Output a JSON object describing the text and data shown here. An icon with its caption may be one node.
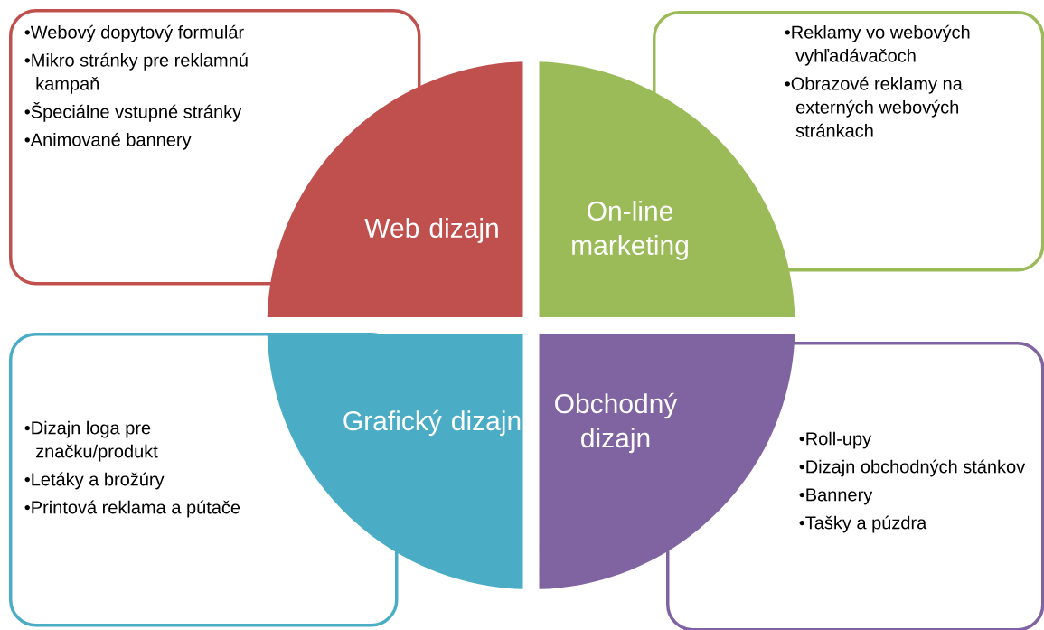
{
  "diagram": {
    "nodes": [
      {
        "text": [
          "•Webový dopytový formulár",
          "•Mikro stránky pre reklamnú kampaň",
          "•Špeciálne vstupné stránky",
          "•Animované bannery"
        ]
      },
      {
        "text": [
          "•Reklamy vo webových vyhľadávačoch",
          "•Obrazové reklamy na externých webových stránkach"
        ]
      },
      {
        "text": [
          "•Dizajn loga pre značku/produkt",
          "•Letáky a brožúry",
          "•Printová reklama a pútače"
        ]
      },
      {
        "text": [
          "•Roll-upy",
          "•Dizajn obchodných stánkov",
          "•Bannery",
          "•Tašky a púzdra"
        ]
      },
      {
        "text": [
          "Web dizajn"
        ]
      },
      {
        "text": [
          "On-line marketing"
        ]
      },
      {
        "text": [
          "Grafický dizajn"
        ]
      },
      {
        "text": [
          "Obchodný dizajn"
        ]
      }
    ]
  }
}
